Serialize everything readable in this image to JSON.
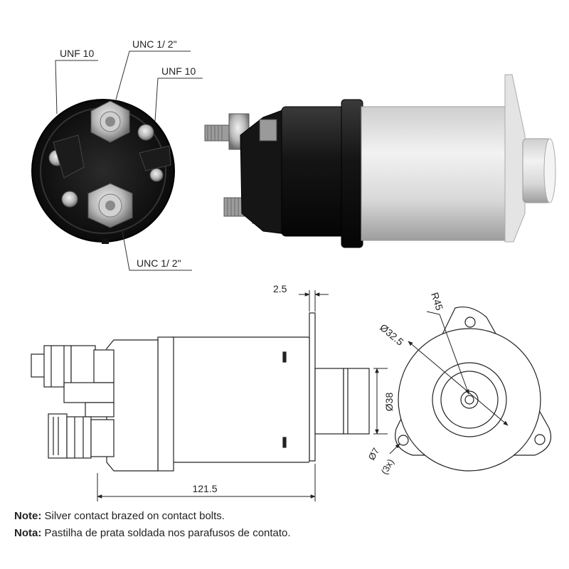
{
  "callouts": {
    "end_top_left": "UNF 10",
    "end_top_center": "UNC 1/ 2\"",
    "end_top_right": "UNF 10",
    "end_bottom": "UNC 1/ 2\""
  },
  "dimensions": {
    "flange_thickness": "2.5",
    "overall_length": "121.5",
    "plunger_diameter": "Ø38",
    "bolt_circle": "Ø32.5",
    "flange_radius": "R45",
    "hole_diameter": "Ø7",
    "hole_count": "(3x)"
  },
  "notes": [
    {
      "label": "Note:",
      "text": " Silver contact brazed on contact bolts."
    },
    {
      "label": "Nota:",
      "text": " Pastilha de prata soldada nos parafusos de contato."
    }
  ]
}
